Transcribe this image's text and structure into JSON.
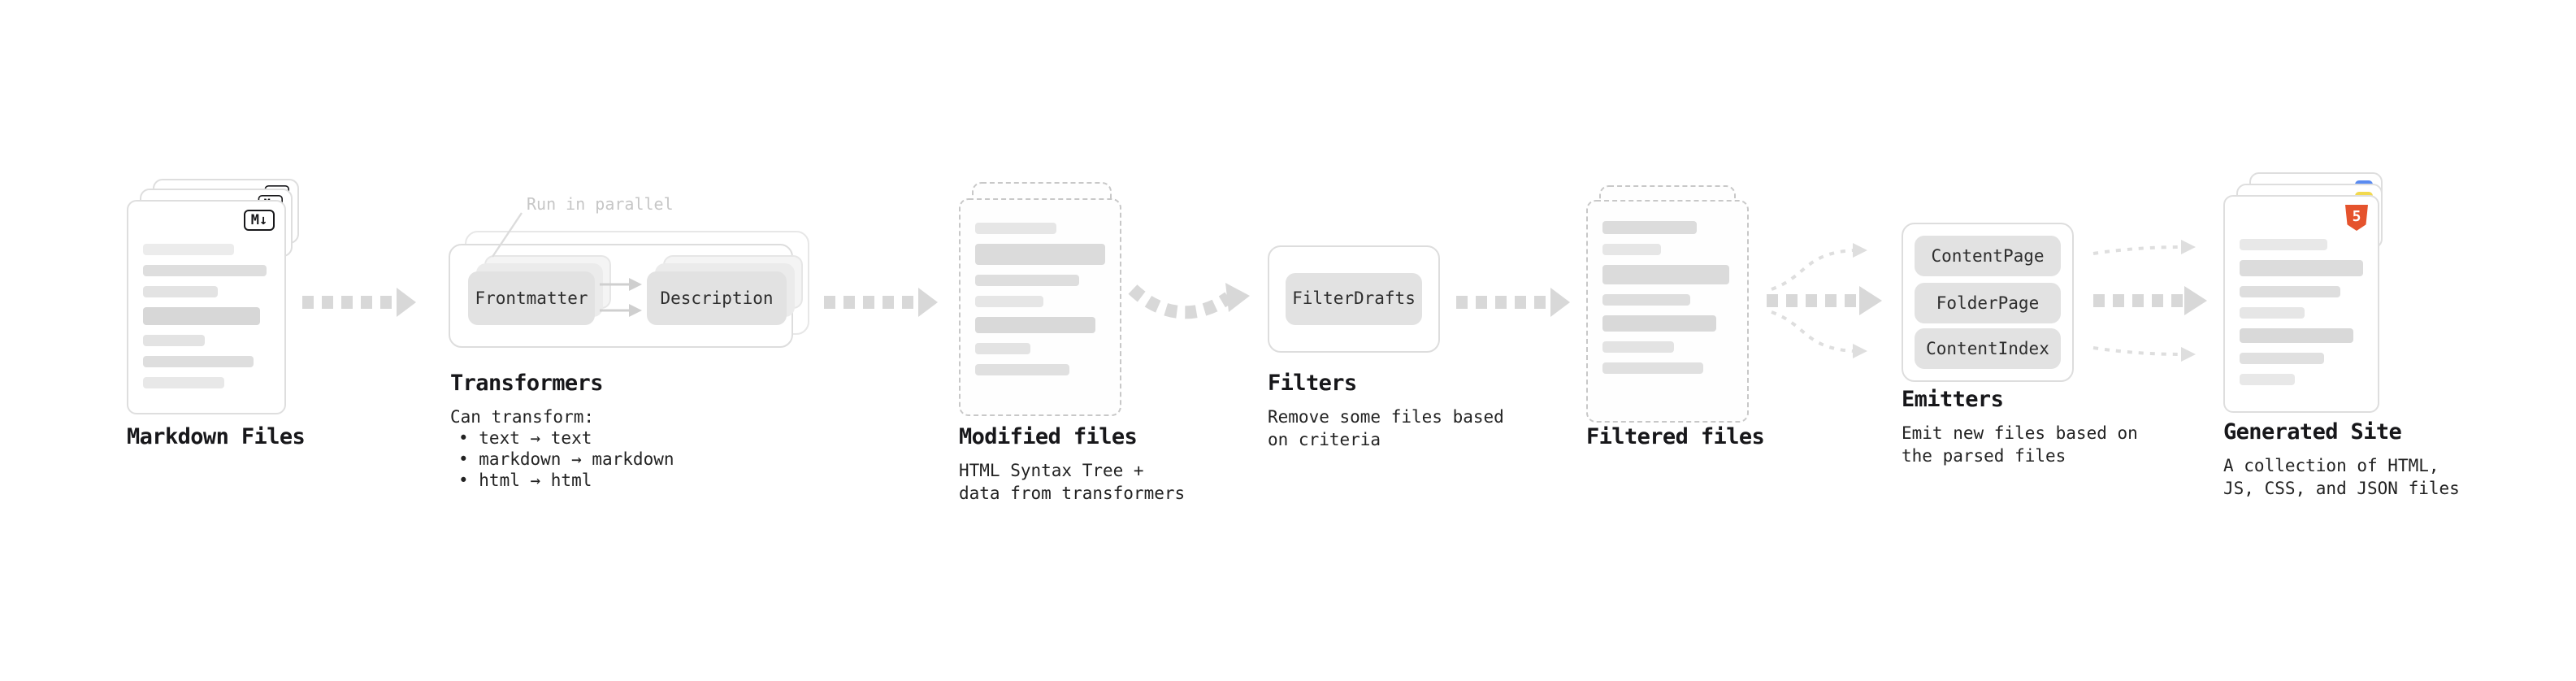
{
  "colors": {
    "arrow": "#d8d8d8",
    "card_border": "#dedede",
    "dashed_border": "#c8c8c8",
    "pill_bg": "#e2e2e2",
    "text": "#17171a",
    "muted_annotation": "#c6c6c6",
    "html5_orange": "#e5532d",
    "js_yellow": "#f2d94e",
    "css_blue": "#5a8bf0"
  },
  "nodes": {
    "markdown_files": {
      "title": "Markdown Files",
      "badge": "M↓"
    },
    "transformers": {
      "title": "Transformers",
      "annotation": "Run in parallel",
      "boxes": [
        "Frontmatter",
        "Description"
      ],
      "desc_heading": "Can transform:",
      "bullets": [
        "• text → text",
        "• markdown → markdown",
        "• html → html"
      ]
    },
    "modified_files": {
      "title": "Modified files",
      "subtitle": "HTML Syntax Tree +\ndata from transformers"
    },
    "filters": {
      "title": "Filters",
      "boxes": [
        "FilterDrafts"
      ],
      "subtitle": "Remove some files based\non criteria"
    },
    "filtered_files": {
      "title": "Filtered files"
    },
    "emitters": {
      "title": "Emitters",
      "boxes": [
        "ContentPage",
        "FolderPage",
        "ContentIndex"
      ],
      "subtitle": "Emit new files based on\nthe parsed files"
    },
    "generated_site": {
      "title": "Generated Site",
      "badge": "5",
      "subtitle": "A collection of HTML,\nJS, CSS, and JSON files"
    }
  }
}
